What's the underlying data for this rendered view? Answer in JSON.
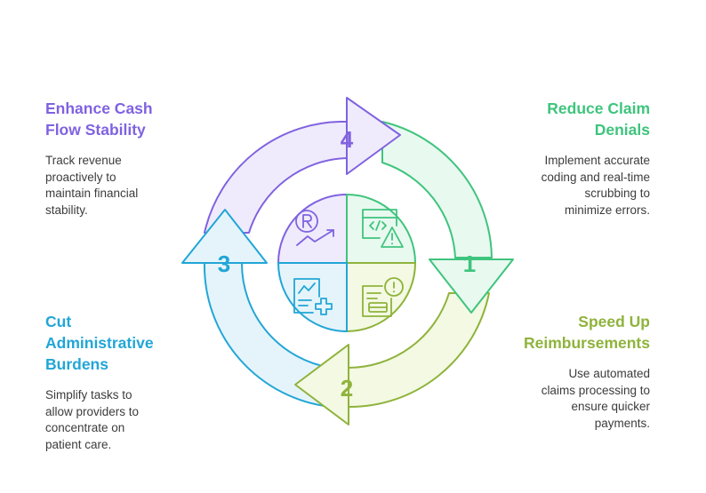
{
  "colors": {
    "purple": "#8062e0",
    "green": "#3fc47d",
    "lime": "#8fb33c",
    "blue": "#22a6d6"
  },
  "steps": [
    {
      "number": "1",
      "title_lines": [
        "Reduce Claim",
        "Denials"
      ],
      "desc_lines": [
        "Implement accurate",
        "coding and real-time",
        "scrubbing to",
        "minimize errors."
      ],
      "icon": "code-warning-icon"
    },
    {
      "number": "2",
      "title_lines": [
        "Speed Up",
        "Reimbursements"
      ],
      "desc_lines": [
        "Use automated",
        "claims processing to",
        "ensure quicker",
        "payments."
      ],
      "icon": "invoice-alert-icon"
    },
    {
      "number": "3",
      "title_lines": [
        "Cut",
        "Administrative",
        "Burdens"
      ],
      "desc_lines": [
        "Simplify tasks to",
        "allow providers to",
        "concentrate on",
        "patient care."
      ],
      "icon": "medical-document-icon"
    },
    {
      "number": "4",
      "title_lines": [
        "Enhance Cash",
        "Flow Stability"
      ],
      "desc_lines": [
        "Track revenue",
        "proactively to",
        "maintain financial",
        "stability."
      ],
      "icon": "revenue-growth-icon"
    }
  ]
}
